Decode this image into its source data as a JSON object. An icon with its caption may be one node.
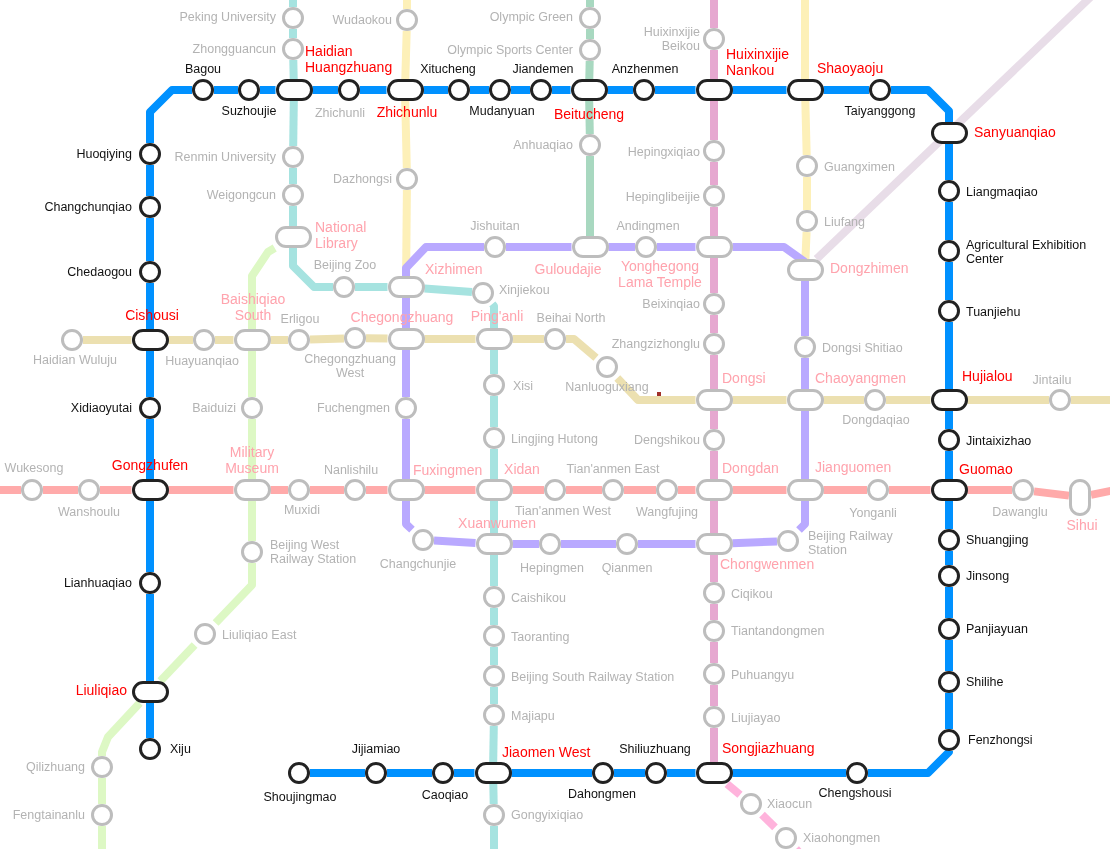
{
  "diagram": {
    "nodes": [
      {
        "text": [],
        "shape": "circle",
        "beside": [
          "Bagou"
        ]
      },
      {
        "text": [],
        "shape": "circle",
        "beside": [
          "Suzhoujie"
        ]
      },
      {
        "text": [],
        "shape": "pill",
        "beside": [
          "Haidian Huangzhuang"
        ]
      },
      {
        "text": [],
        "shape": "circle",
        "beside": [
          "Zhichunli"
        ]
      },
      {
        "text": [],
        "shape": "pill",
        "beside": [
          "Zhichunlu"
        ]
      },
      {
        "text": [],
        "shape": "circle",
        "beside": [
          "Xitucheng"
        ]
      },
      {
        "text": [],
        "shape": "circle",
        "beside": [
          "Mudanyuan"
        ]
      },
      {
        "text": [],
        "shape": "circle",
        "beside": [
          "Jiandemen"
        ]
      },
      {
        "text": [],
        "shape": "pill",
        "beside": [
          "Beitucheng"
        ]
      },
      {
        "text": [],
        "shape": "circle",
        "beside": [
          "Anzhenmen"
        ]
      },
      {
        "text": [],
        "shape": "pill",
        "beside": [
          "Huixinxijie Nankou"
        ]
      },
      {
        "text": [],
        "shape": "pill",
        "beside": [
          "Shaoyaoju"
        ]
      },
      {
        "text": [],
        "shape": "circle",
        "beside": [
          "Taiyanggong"
        ]
      },
      {
        "text": [],
        "shape": "pill",
        "beside": [
          "Sanyuanqiao"
        ]
      },
      {
        "text": [],
        "shape": "circle",
        "beside": [
          "Liangmaqiao"
        ]
      },
      {
        "text": [],
        "shape": "circle",
        "beside": [
          "Agricultural Exhibition Center"
        ]
      },
      {
        "text": [],
        "shape": "circle",
        "beside": [
          "Tuanjiehu"
        ]
      },
      {
        "text": [],
        "shape": "pill",
        "beside": [
          "Hujialou"
        ]
      },
      {
        "text": [],
        "shape": "circle",
        "beside": [
          "Jintaixizhao"
        ]
      },
      {
        "text": [],
        "shape": "pill",
        "beside": [
          "Guomao"
        ]
      },
      {
        "text": [],
        "shape": "circle",
        "beside": [
          "Shuangjing"
        ]
      },
      {
        "text": [],
        "shape": "circle",
        "beside": [
          "Jinsong"
        ]
      },
      {
        "text": [],
        "shape": "circle",
        "beside": [
          "Panjiayuan"
        ]
      },
      {
        "text": [],
        "shape": "circle",
        "beside": [
          "Shilihe"
        ]
      },
      {
        "text": [],
        "shape": "circle",
        "beside": [
          "Fenzhongsi"
        ]
      },
      {
        "text": [],
        "shape": "circle",
        "beside": [
          "Chengshousi"
        ]
      },
      {
        "text": [],
        "shape": "pill",
        "beside": [
          "Songjiazhuang"
        ]
      },
      {
        "text": [],
        "shape": "circle",
        "beside": [
          "Shiliuzhuang"
        ]
      },
      {
        "text": [],
        "shape": "circle",
        "beside": [
          "Dahongmen"
        ]
      },
      {
        "text": [],
        "shape": "pill",
        "beside": [
          "Jiaomen West"
        ]
      },
      {
        "text": [],
        "shape": "circle",
        "beside": [
          "Caoqiao"
        ]
      },
      {
        "text": [],
        "shape": "circle",
        "beside": [
          "Jijiamiao"
        ]
      },
      {
        "text": [],
        "shape": "circle",
        "beside": [
          "Shoujingmao"
        ]
      },
      {
        "text": [],
        "shape": "circle",
        "beside": [
          "Huoqiying"
        ]
      },
      {
        "text": [],
        "shape": "circle",
        "beside": [
          "Changchunqiao"
        ]
      },
      {
        "text": [],
        "shape": "circle",
        "beside": [
          "Chedaogou"
        ]
      },
      {
        "text": [],
        "shape": "pill",
        "beside": [
          "Cishousi"
        ]
      },
      {
        "text": [],
        "shape": "circle",
        "beside": [
          "Xidiaoyutai"
        ]
      },
      {
        "text": [],
        "shape": "pill",
        "beside": [
          "Gongzhufen"
        ]
      },
      {
        "text": [],
        "shape": "circle",
        "beside": [
          "Lianhuaqiao"
        ]
      },
      {
        "text": [],
        "shape": "pill",
        "beside": [
          "Liuliqiao"
        ]
      },
      {
        "text": [],
        "shape": "circle",
        "beside": [
          "Xiju"
        ]
      },
      {
        "text": [],
        "shape": "circle",
        "beside": [
          "Peking University"
        ]
      },
      {
        "text": [],
        "shape": "circle",
        "beside": [
          "Zhongguancun"
        ]
      },
      {
        "text": [],
        "shape": "circle",
        "beside": [
          "Renmin University"
        ]
      },
      {
        "text": [],
        "shape": "circle",
        "beside": [
          "Weigongcun"
        ]
      },
      {
        "text": [],
        "shape": "pill",
        "beside": [
          "National Library"
        ]
      },
      {
        "text": [],
        "shape": "circle",
        "beside": [
          "Beijing Zoo"
        ]
      },
      {
        "text": [],
        "shape": "pill",
        "beside": [
          "Xizhimen"
        ]
      },
      {
        "text": [],
        "shape": "circle",
        "beside": [
          "Xinjiekou"
        ]
      },
      {
        "text": [],
        "shape": "pill",
        "beside": [
          "Ping'anli"
        ]
      },
      {
        "text": [],
        "shape": "circle",
        "beside": [
          "Xisi"
        ]
      },
      {
        "text": [],
        "shape": "circle",
        "beside": [
          "Lingjing Hutong"
        ]
      },
      {
        "text": [],
        "shape": "pill",
        "beside": [
          "Xidan"
        ]
      },
      {
        "text": [],
        "shape": "pill",
        "beside": [
          "Xuanwumen"
        ]
      },
      {
        "text": [],
        "shape": "circle",
        "beside": [
          "Caishikou"
        ]
      },
      {
        "text": [],
        "shape": "circle",
        "beside": [
          "Taoranting"
        ]
      },
      {
        "text": [],
        "shape": "circle",
        "beside": [
          "Beijing South Railway Station"
        ]
      },
      {
        "text": [],
        "shape": "circle",
        "beside": [
          "Majiapu"
        ]
      },
      {
        "text": [],
        "shape": "circle",
        "beside": [
          "Gongyixiqiao"
        ]
      },
      {
        "text": [],
        "shape": "circle",
        "beside": [
          "Wudaokou"
        ]
      },
      {
        "text": [],
        "shape": "circle",
        "beside": [
          "Dazhongsi"
        ]
      },
      {
        "text": [],
        "shape": "circle",
        "beside": [
          "Guangximen"
        ]
      },
      {
        "text": [],
        "shape": "circle",
        "beside": [
          "Liufang"
        ]
      },
      {
        "text": [],
        "shape": "pill",
        "beside": [
          "Dongzhimen"
        ]
      },
      {
        "text": [],
        "shape": "circle",
        "beside": [
          "Olympic Green"
        ]
      },
      {
        "text": [],
        "shape": "circle",
        "beside": [
          "Olympic Sports Center"
        ]
      },
      {
        "text": [],
        "shape": "circle",
        "beside": [
          "Anhuaqiao"
        ]
      },
      {
        "text": [],
        "shape": "pill",
        "beside": [
          "Guloudajie"
        ]
      },
      {
        "text": [],
        "shape": "circle",
        "beside": [
          "Huixinxijie Beikou"
        ]
      },
      {
        "text": [],
        "shape": "circle",
        "beside": [
          "Hepingxiqiao"
        ]
      },
      {
        "text": [],
        "shape": "circle",
        "beside": [
          "Hepinglibeijie"
        ]
      },
      {
        "text": [],
        "shape": "pill",
        "beside": [
          "Yonghegong Lama Temple"
        ]
      },
      {
        "text": [],
        "shape": "circle",
        "beside": [
          "Beixinqiao"
        ]
      },
      {
        "text": [],
        "shape": "circle",
        "beside": [
          "Zhangzizhonglu"
        ]
      },
      {
        "text": [],
        "shape": "pill",
        "beside": [
          "Dongsi"
        ]
      },
      {
        "text": [],
        "shape": "circle",
        "beside": [
          "Dengshikou"
        ]
      },
      {
        "text": [],
        "shape": "pill",
        "beside": [
          "Dongdan"
        ]
      },
      {
        "text": [],
        "shape": "pill",
        "beside": [
          "Chongwenmen"
        ]
      },
      {
        "text": [],
        "shape": "circle",
        "beside": [
          "Ciqikou"
        ]
      },
      {
        "text": [],
        "shape": "circle",
        "beside": [
          "Tiantandongmen"
        ]
      },
      {
        "text": [],
        "shape": "circle",
        "beside": [
          "Puhuangyu"
        ]
      },
      {
        "text": [],
        "shape": "circle",
        "beside": [
          "Liujiayao"
        ]
      },
      {
        "text": [],
        "shape": "circle",
        "beside": [
          "Xiaocun"
        ]
      },
      {
        "text": [],
        "shape": "circle",
        "beside": [
          "Xiaohongmen"
        ]
      },
      {
        "text": [],
        "shape": "circle",
        "beside": [
          "Jishuitan"
        ]
      },
      {
        "text": [],
        "shape": "circle",
        "beside": [
          "Andingmen"
        ]
      },
      {
        "text": [],
        "shape": "circle",
        "beside": [
          "Dongsi Shitiao"
        ]
      },
      {
        "text": [],
        "shape": "pill",
        "beside": [
          "Chaoyangmen"
        ]
      },
      {
        "text": [],
        "shape": "pill",
        "beside": [
          "Jianguomen"
        ]
      },
      {
        "text": [],
        "shape": "circle",
        "beside": [
          "Beijing Railway Station"
        ]
      },
      {
        "text": [],
        "shape": "circle",
        "beside": [
          "Qianmen"
        ]
      },
      {
        "text": [],
        "shape": "circle",
        "beside": [
          "Hepingmen"
        ]
      },
      {
        "text": [],
        "shape": "circle",
        "beside": [
          "Changchunjie"
        ]
      },
      {
        "text": [],
        "shape": "pill",
        "beside": [
          "Fuxingmen"
        ]
      },
      {
        "text": [],
        "shape": "circle",
        "beside": [
          "Fuchengmen"
        ]
      },
      {
        "text": [],
        "shape": "pill",
        "beside": [
          "Chegongzhuang"
        ]
      },
      {
        "text": [],
        "shape": "circle",
        "beside": [
          "Haidian Wuluju"
        ]
      },
      {
        "text": [],
        "shape": "circle",
        "beside": [
          "Huayuanqiao"
        ]
      },
      {
        "text": [],
        "shape": "pill",
        "beside": [
          "Baishiqiao South"
        ]
      },
      {
        "text": [],
        "shape": "circle",
        "beside": [
          "Erligou"
        ]
      },
      {
        "text": [],
        "shape": "circle",
        "beside": [
          "Chegongzhuang West"
        ]
      },
      {
        "text": [],
        "shape": "circle",
        "beside": [
          "Beihai North"
        ]
      },
      {
        "text": [],
        "shape": "circle",
        "beside": [
          "Nanluoguxiang"
        ]
      },
      {
        "text": [],
        "shape": "circle",
        "beside": [
          "Dongdaqiao"
        ]
      },
      {
        "text": [],
        "shape": "circle",
        "beside": [
          "Jintailu"
        ]
      },
      {
        "text": [],
        "shape": "circle",
        "beside": [
          "Wukesong"
        ]
      },
      {
        "text": [],
        "shape": "circle",
        "beside": [
          "Wanshoulu"
        ]
      },
      {
        "text": [],
        "shape": "pill",
        "beside": [
          "Military Museum"
        ]
      },
      {
        "text": [],
        "shape": "circle",
        "beside": [
          "Muxidi"
        ]
      },
      {
        "text": [],
        "shape": "circle",
        "beside": [
          "Nanlishilu"
        ]
      },
      {
        "text": [],
        "shape": "circle",
        "beside": [
          "Tian'anmen West"
        ]
      },
      {
        "text": [],
        "shape": "circle",
        "beside": [
          "Tian'anmen East"
        ]
      },
      {
        "text": [],
        "shape": "circle",
        "beside": [
          "Wangfujing"
        ]
      },
      {
        "text": [],
        "shape": "circle",
        "beside": [
          "Yonganli"
        ]
      },
      {
        "text": [],
        "shape": "circle",
        "beside": [
          "Dawanglu"
        ]
      },
      {
        "text": [],
        "shape": "pill",
        "beside": [
          "Sihui"
        ]
      },
      {
        "text": [],
        "shape": "circle",
        "beside": [
          "Baiduizi"
        ]
      },
      {
        "text": [],
        "shape": "circle",
        "beside": [
          "Beijing West Railway Station"
        ]
      },
      {
        "text": [],
        "shape": "circle",
        "beside": [
          "Liuliqiao East"
        ]
      },
      {
        "text": [],
        "shape": "circle",
        "beside": [
          "Qilizhuang"
        ]
      },
      {
        "text": [],
        "shape": "circle",
        "beside": [
          "Fengtainanlu"
        ]
      }
    ],
    "edges": [
      {
        "from": 0,
        "to": 1,
        "arrow": "none",
        "color": "#0091ff"
      },
      {
        "from": 1,
        "to": 2,
        "arrow": "none",
        "color": "#0091ff"
      },
      {
        "from": 2,
        "to": 3,
        "arrow": "none",
        "color": "#0091ff"
      },
      {
        "from": 3,
        "to": 4,
        "arrow": "none",
        "color": "#0091ff"
      },
      {
        "from": 4,
        "to": 5,
        "arrow": "none",
        "color": "#0091ff"
      },
      {
        "from": 5,
        "to": 6,
        "arrow": "none",
        "color": "#0091ff"
      },
      {
        "from": 6,
        "to": 7,
        "arrow": "none",
        "color": "#0091ff"
      },
      {
        "from": 7,
        "to": 8,
        "arrow": "none",
        "color": "#0091ff"
      },
      {
        "from": 8,
        "to": 9,
        "arrow": "none",
        "color": "#0091ff"
      },
      {
        "from": 9,
        "to": 10,
        "arrow": "none",
        "color": "#0091ff"
      },
      {
        "from": 10,
        "to": 11,
        "arrow": "none",
        "color": "#0091ff"
      },
      {
        "from": 11,
        "to": 12,
        "arrow": "none",
        "color": "#0091ff"
      },
      {
        "from": 12,
        "to": 13,
        "arrow": "none",
        "color": "#0091ff"
      },
      {
        "from": 13,
        "to": 14,
        "arrow": "none",
        "color": "#0091ff"
      },
      {
        "from": 14,
        "to": 15,
        "arrow": "none",
        "color": "#0091ff"
      },
      {
        "from": 15,
        "to": 16,
        "arrow": "none",
        "color": "#0091ff"
      },
      {
        "from": 16,
        "to": 17,
        "arrow": "none",
        "color": "#0091ff"
      },
      {
        "from": 17,
        "to": 18,
        "arrow": "none",
        "color": "#0091ff"
      },
      {
        "from": 18,
        "to": 19,
        "arrow": "none",
        "color": "#0091ff"
      },
      {
        "from": 19,
        "to": 20,
        "arrow": "none",
        "color": "#0091ff"
      },
      {
        "from": 20,
        "to": 21,
        "arrow": "none",
        "color": "#0091ff"
      },
      {
        "from": 21,
        "to": 22,
        "arrow": "none",
        "color": "#0091ff"
      },
      {
        "from": 22,
        "to": 23,
        "arrow": "none",
        "color": "#0091ff"
      },
      {
        "from": 23,
        "to": 24,
        "arrow": "none",
        "color": "#0091ff"
      },
      {
        "from": 24,
        "to": 25,
        "arrow": "none",
        "color": "#0091ff"
      },
      {
        "from": 25,
        "to": 26,
        "arrow": "none",
        "color": "#0091ff"
      },
      {
        "from": 26,
        "to": 27,
        "arrow": "none",
        "color": "#0091ff"
      },
      {
        "from": 27,
        "to": 28,
        "arrow": "none",
        "color": "#0091ff"
      },
      {
        "from": 28,
        "to": 29,
        "arrow": "none",
        "color": "#0091ff"
      },
      {
        "from": 29,
        "to": 30,
        "arrow": "none",
        "color": "#0091ff"
      },
      {
        "from": 30,
        "to": 31,
        "arrow": "none",
        "color": "#0091ff"
      },
      {
        "from": 31,
        "to": 32,
        "arrow": "none",
        "color": "#0091ff"
      },
      {
        "from": 33,
        "to": 0,
        "arrow": "none",
        "color": "#0091ff"
      },
      {
        "from": 33,
        "to": 34,
        "arrow": "none",
        "color": "#0091ff"
      },
      {
        "from": 34,
        "to": 35,
        "arrow": "none",
        "color": "#0091ff"
      },
      {
        "from": 35,
        "to": 36,
        "arrow": "none",
        "color": "#0091ff"
      },
      {
        "from": 36,
        "to": 37,
        "arrow": "none",
        "color": "#0091ff"
      },
      {
        "from": 37,
        "to": 38,
        "arrow": "none",
        "color": "#0091ff"
      },
      {
        "from": 38,
        "to": 39,
        "arrow": "none",
        "color": "#0091ff"
      },
      {
        "from": 39,
        "to": 40,
        "arrow": "none",
        "color": "#0091ff"
      },
      {
        "from": 40,
        "to": 41,
        "arrow": "none",
        "color": "#0091ff"
      },
      {
        "from": null,
        "to": 42,
        "arrow": "none",
        "color": "#a6e3e0"
      },
      {
        "from": 42,
        "to": 43,
        "arrow": "none",
        "color": "#a6e3e0"
      },
      {
        "from": 43,
        "to": 2,
        "arrow": "none",
        "color": "#a6e3e0"
      },
      {
        "from": 2,
        "to": 44,
        "arrow": "none",
        "color": "#a6e3e0"
      },
      {
        "from": 44,
        "to": 45,
        "arrow": "none",
        "color": "#a6e3e0"
      },
      {
        "from": 45,
        "to": 46,
        "arrow": "none",
        "color": "#a6e3e0"
      },
      {
        "from": 46,
        "to": 47,
        "arrow": "none",
        "color": "#a6e3e0"
      },
      {
        "from": 47,
        "to": 48,
        "arrow": "none",
        "color": "#a6e3e0"
      },
      {
        "from": 48,
        "to": 49,
        "arrow": "none",
        "color": "#a6e3e0"
      },
      {
        "from": 49,
        "to": 50,
        "arrow": "none",
        "color": "#a6e3e0"
      },
      {
        "from": 50,
        "to": 51,
        "arrow": "none",
        "color": "#a6e3e0"
      },
      {
        "from": 51,
        "to": 52,
        "arrow": "none",
        "color": "#a6e3e0"
      },
      {
        "from": 52,
        "to": 53,
        "arrow": "none",
        "color": "#a6e3e0"
      },
      {
        "from": 53,
        "to": 54,
        "arrow": "none",
        "color": "#a6e3e0"
      },
      {
        "from": 54,
        "to": 55,
        "arrow": "none",
        "color": "#a6e3e0"
      },
      {
        "from": 55,
        "to": 56,
        "arrow": "none",
        "color": "#a6e3e0"
      },
      {
        "from": 56,
        "to": 57,
        "arrow": "none",
        "color": "#a6e3e0"
      },
      {
        "from": 57,
        "to": 58,
        "arrow": "none",
        "color": "#a6e3e0"
      },
      {
        "from": 58,
        "to": 29,
        "arrow": "none",
        "color": "#a6e3e0"
      },
      {
        "from": 29,
        "to": 59,
        "arrow": "none",
        "color": "#a6e3e0"
      },
      {
        "from": 59,
        "to": null,
        "arrow": "none",
        "color": "#a6e3e0"
      },
      {
        "from": null,
        "to": 60,
        "arrow": "none",
        "color": "#fdf0b8"
      },
      {
        "from": 60,
        "to": 4,
        "arrow": "none",
        "color": "#fdf0b8"
      },
      {
        "from": 4,
        "to": 61,
        "arrow": "none",
        "color": "#fdf0b8"
      },
      {
        "from": 61,
        "to": 48,
        "arrow": "none",
        "color": "#fdf0b8"
      },
      {
        "from": null,
        "to": 11,
        "arrow": "none",
        "color": "#fdf0b8"
      },
      {
        "from": 11,
        "to": 62,
        "arrow": "none",
        "color": "#fdf0b8"
      },
      {
        "from": 62,
        "to": 63,
        "arrow": "none",
        "color": "#fdf0b8"
      },
      {
        "from": 63,
        "to": 64,
        "arrow": "none",
        "color": "#fdf0b8"
      },
      {
        "from": null,
        "to": 65,
        "arrow": "none",
        "color": "#a8d8c0"
      },
      {
        "from": 65,
        "to": 66,
        "arrow": "none",
        "color": "#a8d8c0"
      },
      {
        "from": 66,
        "to": 8,
        "arrow": "none",
        "color": "#a8d8c0"
      },
      {
        "from": 8,
        "to": 67,
        "arrow": "none",
        "color": "#a8d8c0"
      },
      {
        "from": 67,
        "to": 68,
        "arrow": "none",
        "color": "#a8d8c0"
      },
      {
        "from": null,
        "to": 69,
        "arrow": "none",
        "color": "#e6a8d0"
      },
      {
        "from": 69,
        "to": 10,
        "arrow": "none",
        "color": "#e6a8d0"
      },
      {
        "from": 10,
        "to": 70,
        "arrow": "none",
        "color": "#e6a8d0"
      },
      {
        "from": 70,
        "to": 71,
        "arrow": "none",
        "color": "#e6a8d0"
      },
      {
        "from": 71,
        "to": 72,
        "arrow": "none",
        "color": "#e6a8d0"
      },
      {
        "from": 72,
        "to": 73,
        "arrow": "none",
        "color": "#e6a8d0"
      },
      {
        "from": 73,
        "to": 74,
        "arrow": "none",
        "color": "#e6a8d0"
      },
      {
        "from": 74,
        "to": 75,
        "arrow": "none",
        "color": "#e6a8d0"
      },
      {
        "from": 75,
        "to": 76,
        "arrow": "none",
        "color": "#e6a8d0"
      },
      {
        "from": 76,
        "to": 77,
        "arrow": "none",
        "color": "#e6a8d0"
      },
      {
        "from": 77,
        "to": 78,
        "arrow": "none",
        "color": "#e6a8d0"
      },
      {
        "from": 78,
        "to": 79,
        "arrow": "none",
        "color": "#e6a8d0"
      },
      {
        "from": 79,
        "to": 80,
        "arrow": "none",
        "color": "#e6a8d0"
      },
      {
        "from": 80,
        "to": 81,
        "arrow": "none",
        "color": "#e6a8d0"
      },
      {
        "from": 81,
        "to": 82,
        "arrow": "none",
        "color": "#e6a8d0"
      },
      {
        "from": 82,
        "to": 26,
        "arrow": "none",
        "color": "#e6a8d0"
      },
      {
        "from": 26,
        "to": 83,
        "arrow": "none",
        "color": "#ffb3dc"
      },
      {
        "from": 83,
        "to": 84,
        "arrow": "none",
        "color": "#ffb3dc"
      },
      {
        "from": 84,
        "to": null,
        "arrow": "none",
        "color": "#ffb3dc"
      },
      {
        "from": 48,
        "to": 85,
        "arrow": "none",
        "color": "#b9a9ff"
      },
      {
        "from": 85,
        "to": 68,
        "arrow": "none",
        "color": "#b9a9ff"
      },
      {
        "from": 68,
        "to": 86,
        "arrow": "none",
        "color": "#b9a9ff"
      },
      {
        "from": 86,
        "to": 72,
        "arrow": "none",
        "color": "#b9a9ff"
      },
      {
        "from": 72,
        "to": 64,
        "arrow": "none",
        "color": "#b9a9ff"
      },
      {
        "from": 64,
        "to": 87,
        "arrow": "none",
        "color": "#b9a9ff"
      },
      {
        "from": 87,
        "to": 88,
        "arrow": "none",
        "color": "#b9a9ff"
      },
      {
        "from": 88,
        "to": 89,
        "arrow": "none",
        "color": "#b9a9ff"
      },
      {
        "from": 89,
        "to": 90,
        "arrow": "none",
        "color": "#b9a9ff"
      },
      {
        "from": 90,
        "to": 78,
        "arrow": "none",
        "color": "#b9a9ff"
      },
      {
        "from": 78,
        "to": 91,
        "arrow": "none",
        "color": "#b9a9ff"
      },
      {
        "from": 91,
        "to": 92,
        "arrow": "none",
        "color": "#b9a9ff"
      },
      {
        "from": 92,
        "to": 54,
        "arrow": "none",
        "color": "#b9a9ff"
      },
      {
        "from": 54,
        "to": 93,
        "arrow": "none",
        "color": "#b9a9ff"
      },
      {
        "from": 93,
        "to": 94,
        "arrow": "none",
        "color": "#b9a9ff"
      },
      {
        "from": 94,
        "to": 95,
        "arrow": "none",
        "color": "#b9a9ff"
      },
      {
        "from": 95,
        "to": 96,
        "arrow": "none",
        "color": "#b9a9ff"
      },
      {
        "from": 96,
        "to": 48,
        "arrow": "none",
        "color": "#b9a9ff"
      },
      {
        "from": 97,
        "to": 36,
        "arrow": "none",
        "color": "#ece0b0"
      },
      {
        "from": 36,
        "to": 98,
        "arrow": "none",
        "color": "#ece0b0"
      },
      {
        "from": 98,
        "to": 99,
        "arrow": "none",
        "color": "#ece0b0"
      },
      {
        "from": 99,
        "to": 100,
        "arrow": "none",
        "color": "#ece0b0"
      },
      {
        "from": 100,
        "to": 101,
        "arrow": "none",
        "color": "#ece0b0"
      },
      {
        "from": 101,
        "to": 96,
        "arrow": "none",
        "color": "#ece0b0"
      },
      {
        "from": 96,
        "to": 50,
        "arrow": "none",
        "color": "#ece0b0"
      },
      {
        "from": 50,
        "to": 102,
        "arrow": "none",
        "color": "#ece0b0"
      },
      {
        "from": 102,
        "to": 103,
        "arrow": "none",
        "color": "#ece0b0"
      },
      {
        "from": 103,
        "to": 75,
        "arrow": "none",
        "color": "#ece0b0"
      },
      {
        "from": 75,
        "to": 88,
        "arrow": "none",
        "color": "#ece0b0"
      },
      {
        "from": 88,
        "to": 104,
        "arrow": "none",
        "color": "#ece0b0"
      },
      {
        "from": 104,
        "to": 17,
        "arrow": "none",
        "color": "#ece0b0"
      },
      {
        "from": 17,
        "to": 105,
        "arrow": "none",
        "color": "#ece0b0"
      },
      {
        "from": 105,
        "to": null,
        "arrow": "none",
        "color": "#ece0b0"
      },
      {
        "from": null,
        "to": 106,
        "arrow": "none",
        "color": "#ffaaaa"
      },
      {
        "from": 106,
        "to": 107,
        "arrow": "none",
        "color": "#ffaaaa"
      },
      {
        "from": 107,
        "to": 38,
        "arrow": "none",
        "color": "#ffaaaa"
      },
      {
        "from": 38,
        "to": 108,
        "arrow": "none",
        "color": "#ffaaaa"
      },
      {
        "from": 108,
        "to": 109,
        "arrow": "none",
        "color": "#ffaaaa"
      },
      {
        "from": 109,
        "to": 110,
        "arrow": "none",
        "color": "#ffaaaa"
      },
      {
        "from": 110,
        "to": 94,
        "arrow": "none",
        "color": "#ffaaaa"
      },
      {
        "from": 94,
        "to": 53,
        "arrow": "none",
        "color": "#ffaaaa"
      },
      {
        "from": 53,
        "to": 111,
        "arrow": "none",
        "color": "#ffaaaa"
      },
      {
        "from": 111,
        "to": 112,
        "arrow": "none",
        "color": "#ffaaaa"
      },
      {
        "from": 112,
        "to": 113,
        "arrow": "none",
        "color": "#ffaaaa"
      },
      {
        "from": 113,
        "to": 77,
        "arrow": "none",
        "color": "#ffaaaa"
      },
      {
        "from": 77,
        "to": 89,
        "arrow": "none",
        "color": "#ffaaaa"
      },
      {
        "from": 89,
        "to": 114,
        "arrow": "none",
        "color": "#ffaaaa"
      },
      {
        "from": 114,
        "to": 19,
        "arrow": "none",
        "color": "#ffaaaa"
      },
      {
        "from": 19,
        "to": 115,
        "arrow": "none",
        "color": "#ffaaaa"
      },
      {
        "from": 115,
        "to": 116,
        "arrow": "none",
        "color": "#ffaaaa"
      },
      {
        "from": 116,
        "to": null,
        "arrow": "none",
        "color": "#ffaaaa"
      },
      {
        "from": 46,
        "to": 99,
        "arrow": "none",
        "color": "#ddf8c4"
      },
      {
        "from": 99,
        "to": 117,
        "arrow": "none",
        "color": "#ddf8c4"
      },
      {
        "from": 117,
        "to": 108,
        "arrow": "none",
        "color": "#ddf8c4"
      },
      {
        "from": 108,
        "to": 118,
        "arrow": "none",
        "color": "#ddf8c4"
      },
      {
        "from": 118,
        "to": 119,
        "arrow": "none",
        "color": "#ddf8c4"
      },
      {
        "from": 119,
        "to": 40,
        "arrow": "none",
        "color": "#ddf8c4"
      },
      {
        "from": 40,
        "to": 120,
        "arrow": "none",
        "color": "#ddf8c4"
      },
      {
        "from": 120,
        "to": 121,
        "arrow": "none",
        "color": "#ddf8c4"
      },
      {
        "from": 121,
        "to": null,
        "arrow": "none",
        "color": "#ddf8c4"
      },
      {
        "from": 64,
        "to": null,
        "arrow": "none",
        "color": "#e8dde8"
      }
    ]
  }
}
